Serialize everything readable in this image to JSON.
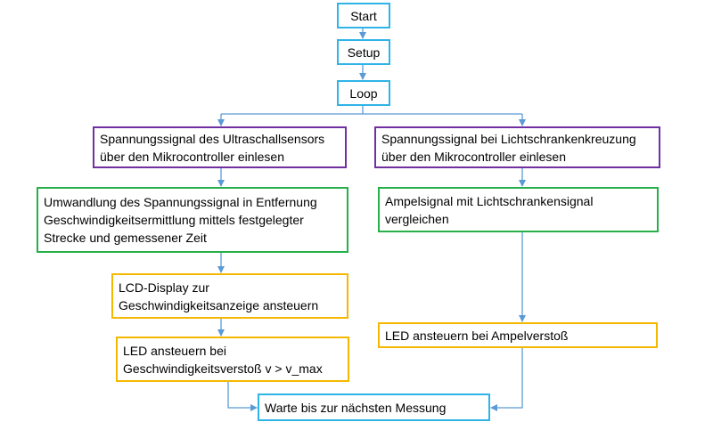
{
  "colors": {
    "connector": "#5b9bd5",
    "start_setup_loop_border": "#2fb4e8",
    "read_step_border": "#7030a0",
    "process_step_border": "#27b04a",
    "output_step_border": "#f5b800",
    "final_step_border": "#2fb4e8"
  },
  "nodes": {
    "start": "Start",
    "setup": "Setup",
    "loop": "Loop",
    "left_read": "Spannungssignal des Ultraschallsensors\nüber den Mikrocontroller einlesen",
    "right_read": "Spannungssignal bei Lichtschrankenkreuzung\nüber den Mikrocontroller einlesen",
    "left_convert": "Umwandlung des Spannungssignal in Entfernung\nGeschwindigkeitsermittlung mittels festgelegter\nStrecke und gemessener Zeit",
    "right_compare": "Ampelsignal mit Lichtschrankensignal\nvergleichen",
    "left_lcd": "LCD-Display zur\nGeschwindigkeitsanzeige ansteuern",
    "left_led": "LED ansteuern bei\nGeschwindigkeitsverstoß v > v_max",
    "right_led": "LED ansteuern bei Ampelverstoß",
    "wait": "Warte bis zur nächsten Messung"
  }
}
